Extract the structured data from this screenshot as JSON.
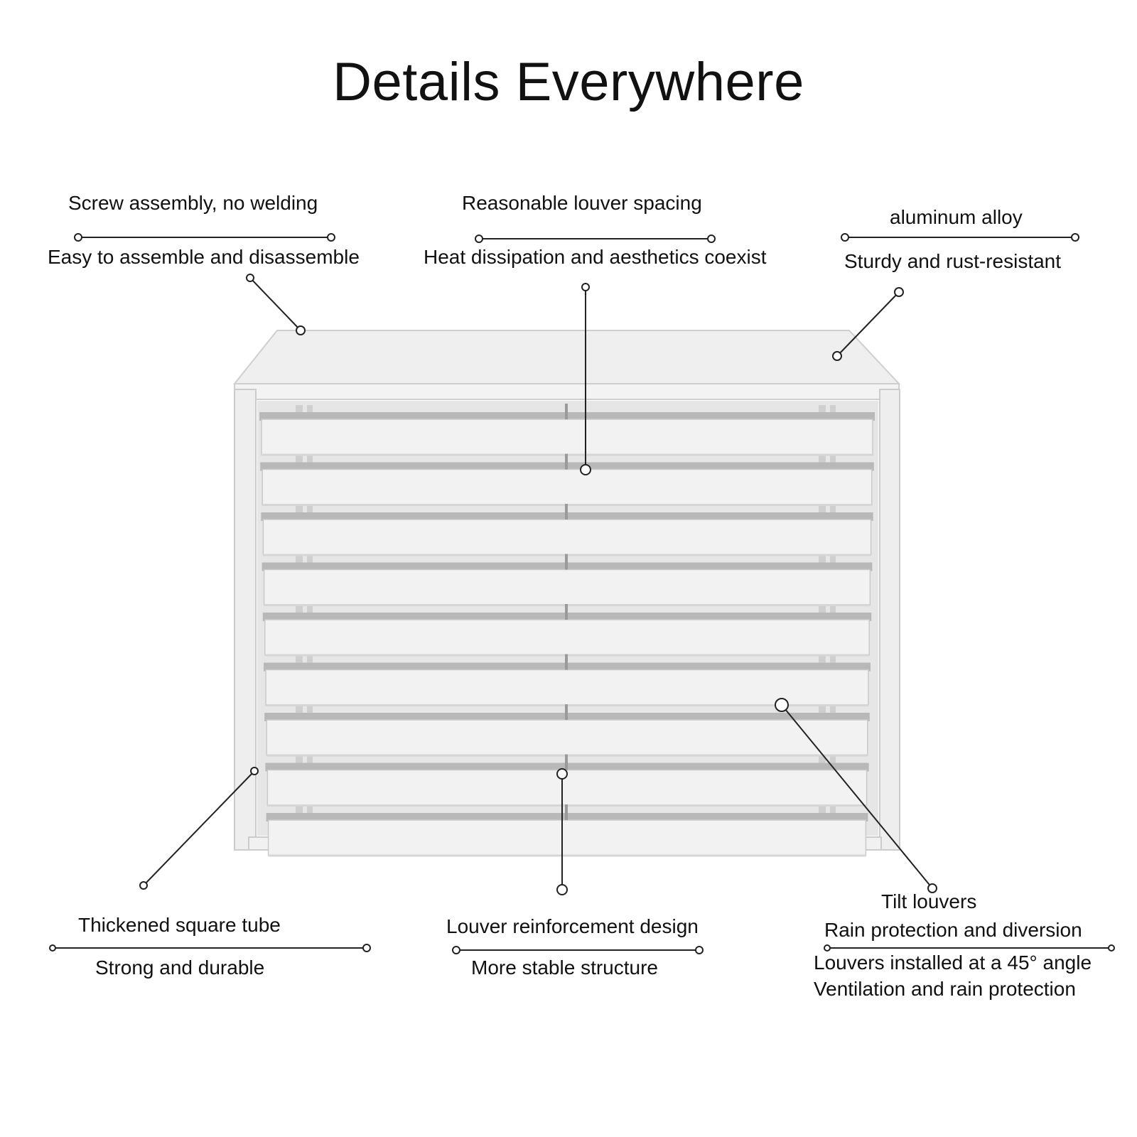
{
  "title": "Details Everywhere",
  "callouts": {
    "screw": {
      "line1": "Screw assembly, no welding",
      "line2": "Easy to assemble and disassemble"
    },
    "louver_spacing": {
      "line1": "Reasonable louver spacing",
      "line2": "Heat dissipation and aesthetics coexist"
    },
    "alloy": {
      "line1": "aluminum alloy",
      "line2": "Sturdy and rust-resistant"
    },
    "tube": {
      "line1": "Thickened square tube",
      "line2": "Strong and durable"
    },
    "reinforcement": {
      "line1": "Louver reinforcement design",
      "line2": "More stable structure"
    },
    "tilt": {
      "line1": "Tilt louvers",
      "line2": "Rain protection and diversion",
      "line3": "Louvers installed at a 45° angle",
      "line4": "Ventilation and rain protection"
    }
  },
  "colors": {
    "frame": "#ececec",
    "frame_edge": "#c9c9c9",
    "slat": "#f2f2f2",
    "shadow": "#b8b8b8",
    "line": "#222222"
  }
}
